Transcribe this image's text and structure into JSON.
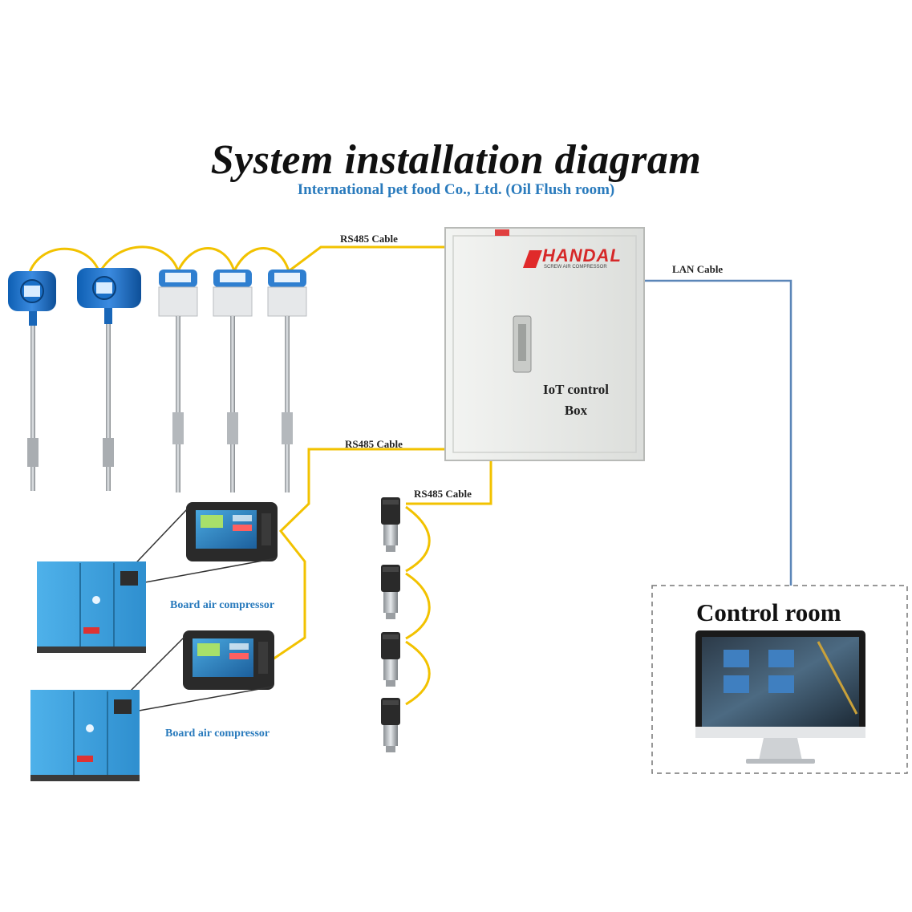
{
  "title": "System installation diagram",
  "subtitle": "International pet food Co., Ltd. (Oil Flush room)",
  "cables": {
    "rs485_top": "RS485 Cable",
    "rs485_mid": "RS485 Cable",
    "rs485_low": "RS485 Cable",
    "lan": "LAN Cable"
  },
  "control_box": {
    "brand": "HANDAL",
    "brand_tagline": "SCREW AIR COMPRESSOR",
    "label_line1": "IoT control",
    "label_line2": "Box"
  },
  "compressors": [
    {
      "label": "Board air compressor"
    },
    {
      "label": "Board air compressor"
    }
  ],
  "control_room": {
    "label": "Control room"
  },
  "colors": {
    "rs485": "#f2c200",
    "lan": "#5b86b8",
    "accent_blue": "#2a7bbd",
    "compressor_blue": "#3d9fdc",
    "box_gray": "#e7e8e6"
  },
  "icons": {
    "flow_meter": "flow-meter-icon",
    "temperature_sensor": "temperature-sensor-icon",
    "pressure_sensor": "pressure-transmitter-icon",
    "hmi": "hmi-touchscreen-icon",
    "compressor": "air-compressor-icon",
    "monitor": "monitor-icon",
    "control_box": "control-cabinet-icon"
  }
}
